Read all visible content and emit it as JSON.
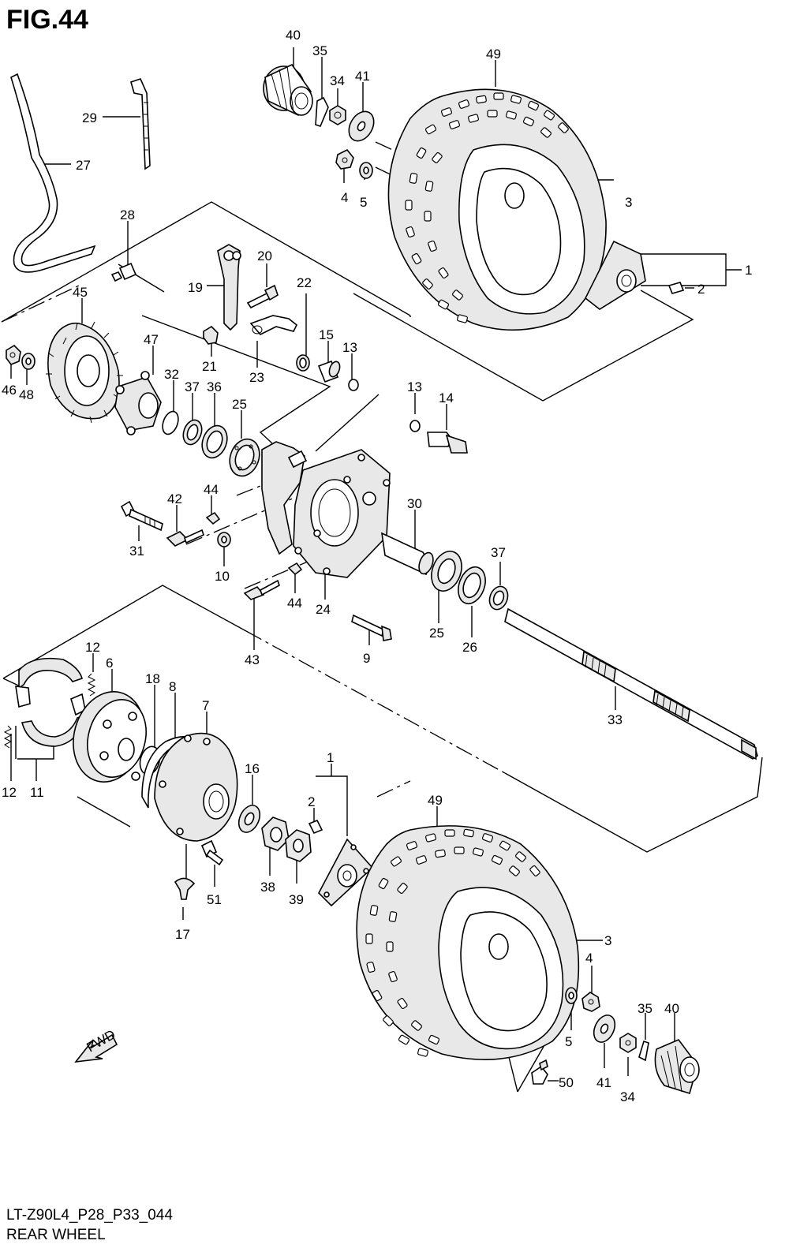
{
  "figure": {
    "title": "FIG.44",
    "drawing_code": "LT-Z90L4_P28_P33_044",
    "name": "REAR WHEEL"
  },
  "direction_marker": "FWD",
  "callouts": [
    "40",
    "35",
    "34",
    "41",
    "49",
    "29",
    "27",
    "4",
    "5",
    "3",
    "1",
    "2",
    "28",
    "20",
    "19",
    "22",
    "45",
    "47",
    "15",
    "13",
    "21",
    "23",
    "46",
    "48",
    "32",
    "37",
    "36",
    "25",
    "13",
    "14",
    "44",
    "42",
    "30",
    "31",
    "10",
    "44",
    "24",
    "37",
    "43",
    "9",
    "25",
    "26",
    "12",
    "6",
    "18",
    "8",
    "7",
    "33",
    "12",
    "11",
    "16",
    "1",
    "49",
    "2",
    "38",
    "39",
    "51",
    "3",
    "4",
    "17",
    "35",
    "40",
    "5",
    "41",
    "34",
    "50"
  ]
}
